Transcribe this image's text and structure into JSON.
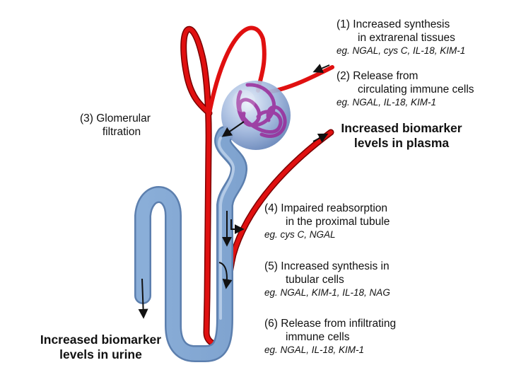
{
  "colors": {
    "vessel": "#e01010",
    "tubule": "#8db0d8",
    "glomerulus": "#7b97c7",
    "tuft": "#9a2a9a",
    "arrow": "#111111"
  },
  "labels": {
    "m1": {
      "num": "(1)",
      "line1": "Increased synthesis",
      "line2": "in extrarenal tissues",
      "eg": "eg. NGAL, cys C, IL-18, KIM-1"
    },
    "m2": {
      "num": "(2)",
      "line1": "Release from",
      "line2": "circulating immune cells",
      "eg": "eg. NGAL, IL-18, KIM-1"
    },
    "m3": {
      "line1": "(3) Glomerular",
      "line2": "filtration"
    },
    "m4": {
      "num": "(4)",
      "line1": "Impaired reabsorption",
      "line2": "in the proximal tubule",
      "eg": "eg. cys C, NGAL"
    },
    "m5": {
      "num": "(5)",
      "line1": "Increased synthesis in",
      "line2": "tubular cells",
      "eg": "eg. NGAL, KIM-1, IL-18, NAG"
    },
    "m6": {
      "num": "(6)",
      "line1": "Release from infiltrating",
      "line2": "immune cells",
      "eg": "eg. NGAL, IL-18, KIM-1"
    },
    "plasma": {
      "line1": "Increased biomarker",
      "line2": "levels in plasma"
    },
    "urine": {
      "line1": "Increased biomarker",
      "line2": "levels in urine"
    }
  }
}
